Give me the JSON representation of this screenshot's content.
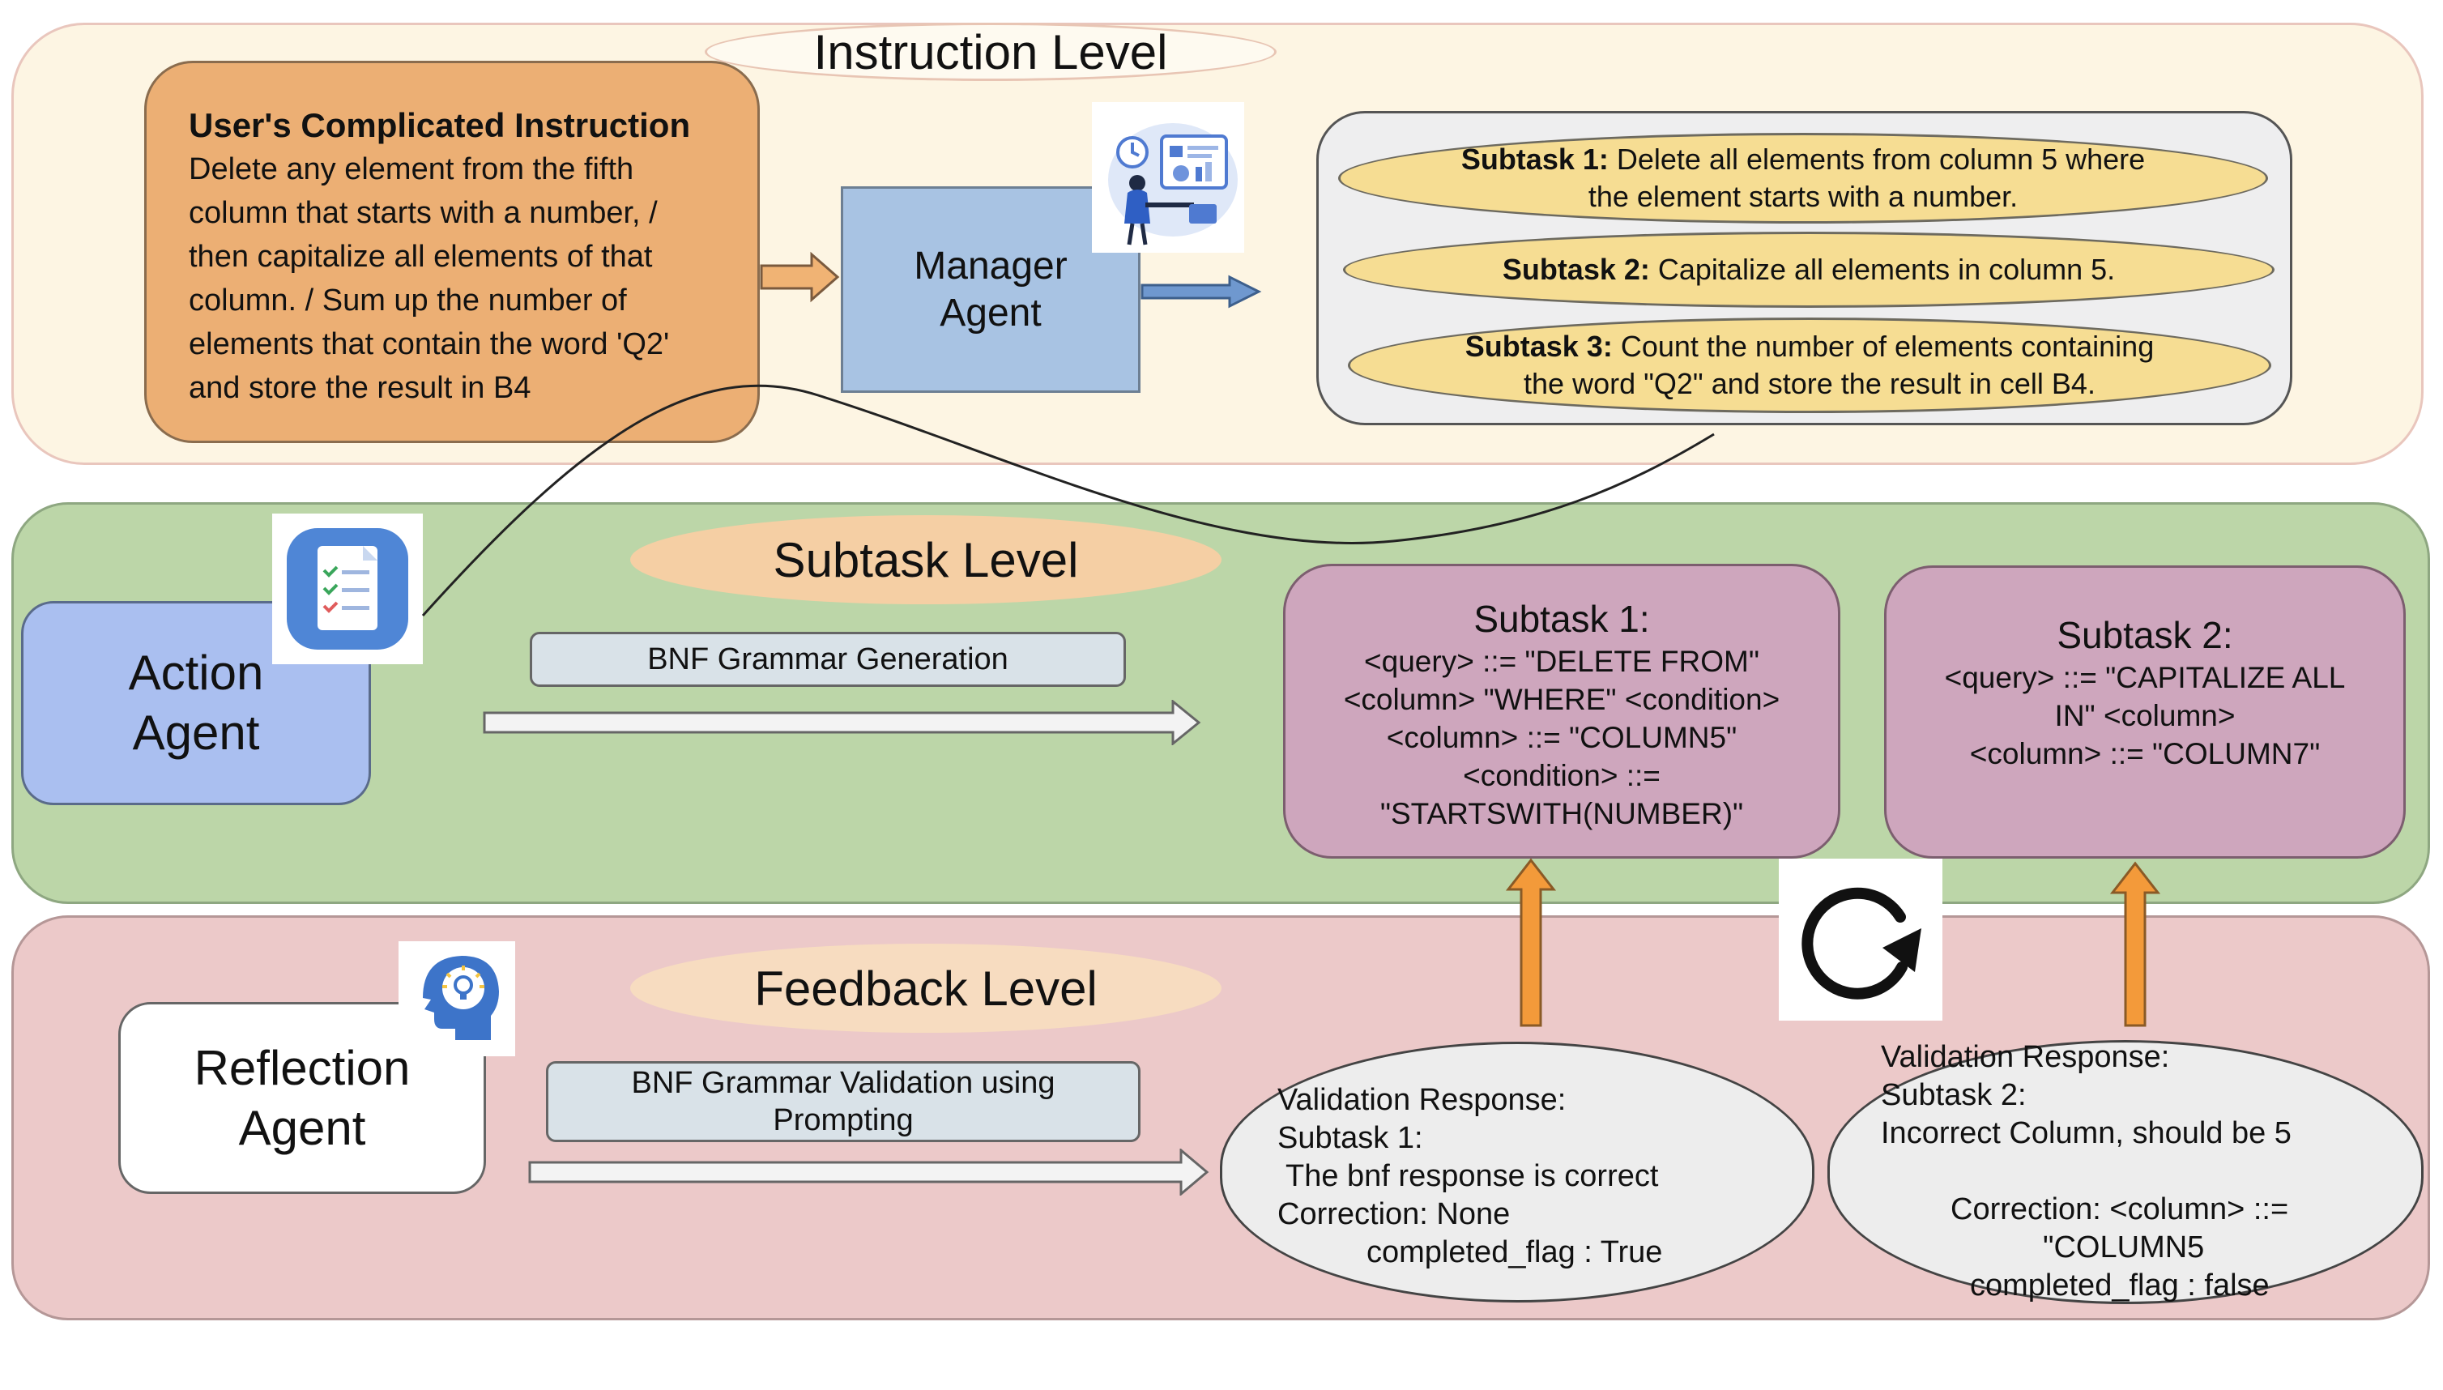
{
  "levels": {
    "instruction": "Instruction Level",
    "subtask": "Subtask Level",
    "feedback": "Feedback Level"
  },
  "user_instruction": {
    "heading": "User's Complicated Instruction",
    "lines": [
      "Delete any element from the fifth",
      "column that starts with a number, /",
      "then capitalize all elements of that",
      "column. / Sum up the number of",
      "elements that contain the word 'Q2'",
      "and store the result in B4"
    ]
  },
  "manager_agent": {
    "line1": "Manager",
    "line2": "Agent"
  },
  "subtask_list": [
    {
      "label": "Subtask 1:",
      "line1": " Delete all elements from column 5 where",
      "line2": "the element starts with a number."
    },
    {
      "label": "Subtask 2:",
      "line1": " Capitalize all elements in column 5.",
      "line2": ""
    },
    {
      "label": "Subtask 3:",
      "line1": " Count the number of elements containing",
      "line2": "the word \"Q2\" and store the result in cell B4."
    }
  ],
  "action_agent": {
    "line1": "Action",
    "line2": "Agent"
  },
  "bnf_generation_label": "BNF Grammar Generation",
  "subtask1_bnf": {
    "title": "Subtask 1:",
    "lines": [
      "<query> ::= \"DELETE FROM\"",
      "<column> \"WHERE\" <condition>",
      "<column> ::= \"COLUMN5\"",
      "<condition> ::=",
      "\"STARTSWITH(NUMBER)\""
    ]
  },
  "subtask2_bnf": {
    "title": "Subtask 2:",
    "lines": [
      "<query> ::= \"CAPITALIZE ALL",
      "IN\" <column>",
      "<column> ::= \"COLUMN7\""
    ]
  },
  "reflection_agent": {
    "line1": "Reflection",
    "line2": "Agent"
  },
  "bnf_validation_label": {
    "line1": "BNF Grammar Validation using",
    "line2": "Prompting"
  },
  "validation1": {
    "line1": "Validation Response:",
    "line2": "Subtask 1:",
    "line3": " The bnf response is correct",
    "line4": "Correction: None",
    "line5": "completed_flag : True"
  },
  "validation2": {
    "line1": "Validation Response:",
    "line2": "Subtask 2:",
    "line3": "Incorrect Column, should be 5",
    "line4": "Correction: <column> ::=",
    "line5": "\"COLUMN5",
    "line6": "completed_flag : false"
  },
  "colors": {
    "instruction_band": "#fdf5e3",
    "subtask_band": "#bcd6a8",
    "feedback_band": "#ecc9c9",
    "user_box": "#ecaf74",
    "manager_box": "#a8c3e3",
    "subtask_ellipse": "#f6dd93",
    "bnf_box": "#cea6bd",
    "orange_arrow": "#f39a3a",
    "blue_arrow": "#6f98cf"
  },
  "icons": [
    "analyst-illustration-icon",
    "checklist-document-icon",
    "thinking-head-icon",
    "refresh-loop-icon"
  ]
}
